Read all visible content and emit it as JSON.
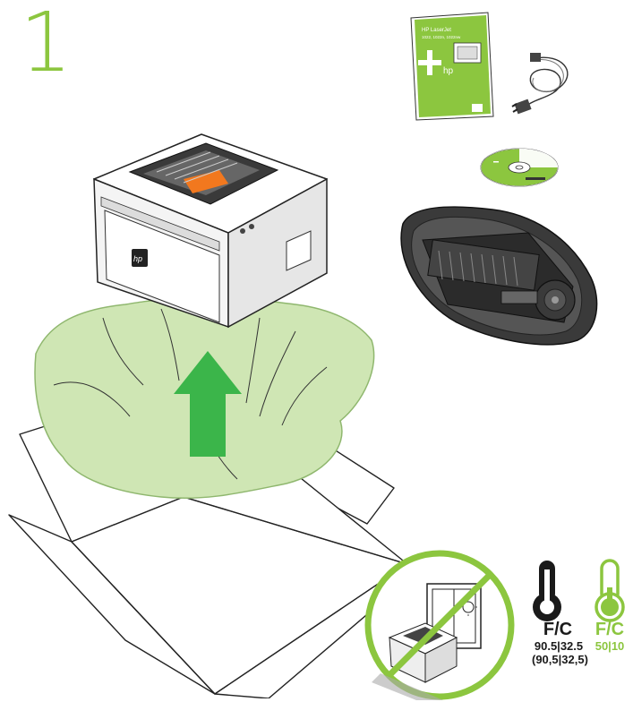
{
  "step": {
    "number": "1"
  },
  "manual": {
    "title": "HP LaserJet",
    "models": "1022, 1022n, 1022nw",
    "logo": "hp"
  },
  "printer": {
    "logo": "hp"
  },
  "temperature": {
    "hot": {
      "unit": "F/C",
      "value": "90.5|32.5",
      "alt_value": "(90,5|32,5)"
    },
    "cold": {
      "unit": "F/C",
      "value": "50|10"
    }
  },
  "colors": {
    "accent_green": "#8cc63f",
    "light_green": "#cfe6b4",
    "arrow_green": "#3bb54a",
    "dark": "#1a1a1a"
  }
}
